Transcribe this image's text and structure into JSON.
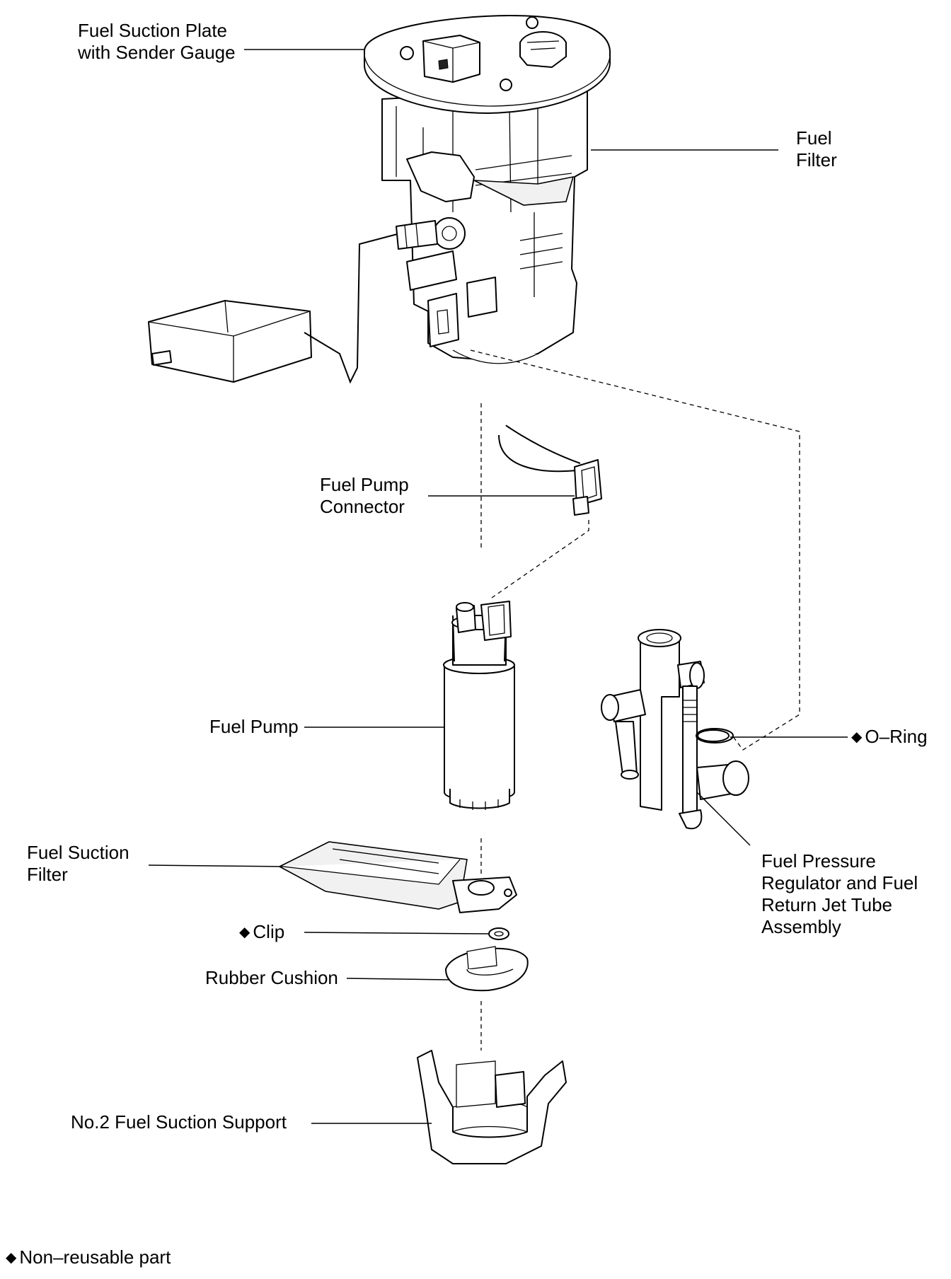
{
  "labels": {
    "suction_plate": {
      "line1": "Fuel Suction Plate",
      "line2": "with Sender Gauge"
    },
    "fuel_filter": {
      "line1": "Fuel",
      "line2": "Filter"
    },
    "pump_connector": {
      "line1": "Fuel Pump",
      "line2": "Connector"
    },
    "fuel_pump": "Fuel Pump",
    "o_ring": "O–Ring",
    "suction_filter": {
      "line1": "Fuel Suction",
      "line2": "Filter"
    },
    "regulator": {
      "line1": "Fuel Pressure",
      "line2": "Regulator and Fuel",
      "line3": "Return Jet Tube",
      "line4": "Assembly"
    },
    "clip": "Clip",
    "rubber_cushion": "Rubber Cushion",
    "suction_support": "No.2 Fuel Suction Support",
    "legend": "Non–reusable part"
  },
  "non_reusable_marker": "◆",
  "icons": {
    "non_reusable": "diamond-icon"
  }
}
